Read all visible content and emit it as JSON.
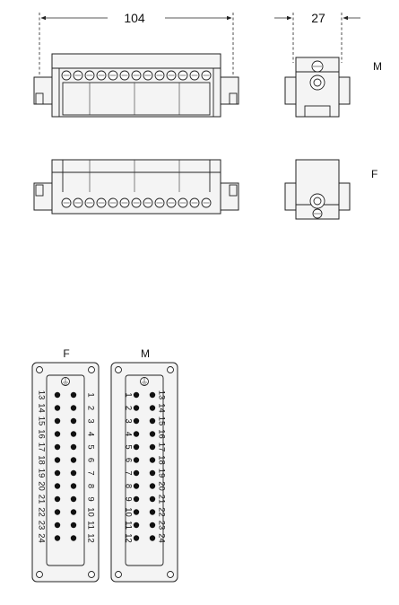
{
  "dimensions": {
    "length": "104",
    "width": "27"
  },
  "views": {
    "male_label": "M",
    "female_label": "F"
  },
  "pinouts": {
    "female": {
      "label": "F",
      "left_column": [
        "13",
        "14",
        "15",
        "16",
        "17",
        "18",
        "19",
        "20",
        "21",
        "22",
        "23",
        "24"
      ],
      "right_column": [
        "1",
        "2",
        "3",
        "4",
        "5",
        "6",
        "7",
        "8",
        "9",
        "10",
        "11",
        "12"
      ]
    },
    "male": {
      "label": "M",
      "left_column": [
        "1",
        "2",
        "3",
        "4",
        "5",
        "6",
        "7",
        "8",
        "9",
        "10",
        "11",
        "12"
      ],
      "right_column": [
        "13",
        "14",
        "15",
        "16",
        "17",
        "18",
        "19",
        "20",
        "21",
        "22",
        "23",
        "24"
      ]
    }
  },
  "icons": {
    "ground": "ground-icon"
  }
}
